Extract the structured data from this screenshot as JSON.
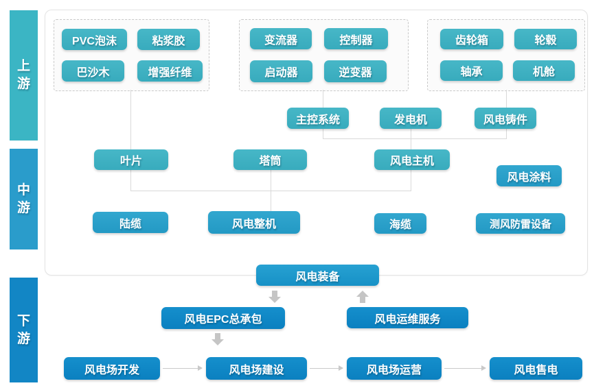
{
  "stages": [
    {
      "id": "upstream",
      "label": "上游",
      "color": "#3bb5c4"
    },
    {
      "id": "midstream",
      "label": "中游",
      "color": "#2a9ccb"
    },
    {
      "id": "downstream",
      "label": "下游",
      "color": "#1286c5"
    }
  ],
  "upstream": {
    "material_groups": [
      {
        "items": [
          "PVC泡沫",
          "粘浆胶",
          "巴沙木",
          "增强纤维"
        ]
      },
      {
        "items": [
          "变流器",
          "控制器",
          "启动器",
          "逆变器"
        ]
      },
      {
        "items": [
          "齿轮箱",
          "轮毂",
          "轴承",
          "机舱"
        ]
      }
    ],
    "subsystems": [
      "主控系统",
      "发电机",
      "风电铸件"
    ]
  },
  "midstream": {
    "components": [
      "叶片",
      "塔筒",
      "风电主机",
      "风电涂料"
    ],
    "products": [
      "陆缆",
      "风电整机",
      "海缆",
      "测风防雷设备"
    ]
  },
  "downstream": {
    "hub": "风电装备",
    "services": [
      "风电EPC总承包",
      "风电运维服务"
    ],
    "flow": [
      "风电场开发",
      "风电场建设",
      "风电场运营",
      "风电售电"
    ]
  },
  "colors": {
    "tier_teal": "#3db0c2",
    "tier_medium_blue": "#2aa0cb",
    "hub_blue": "#1e9acd",
    "tier_deep_blue": "#0e86c6",
    "connector_gray": "#d9d9d9",
    "arrow_gray": "#c5c5c5",
    "dashed_box_border": "#c9c9c9",
    "container_border": "#e3e3e3"
  }
}
